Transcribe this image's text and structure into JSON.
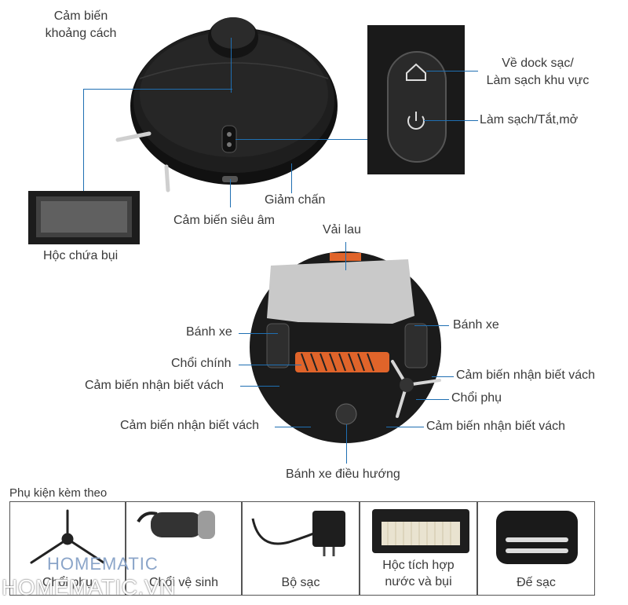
{
  "top_labels": {
    "distance_sensor": [
      "Cảm biến",
      "khoảng cách"
    ],
    "dock_button": [
      "Về dock sạc/",
      "Làm sạch khu vực"
    ],
    "power_button": "Làm sạch/Tắt,mở",
    "bumper": "Giảm chấn",
    "ultrasonic_sensor": "Cảm biến siêu âm",
    "dust_box": "Hộc chứa bụi"
  },
  "bottom_labels": {
    "mop": "Vải lau",
    "wheel_left": "Bánh xe",
    "wheel_right": "Bánh xe",
    "main_brush": "Chổi chính",
    "cliff_sensor_left": "Cảm biến nhận biết vách",
    "cliff_sensor_right": "Cảm biến nhận biết vách",
    "side_brush": "Chổi phụ",
    "cliff_sensor_bottom_left": "Cảm biến nhận biết vách",
    "cliff_sensor_bottom_right": "Cảm biến nhận biết vách",
    "caster_wheel": "Bánh xe điều hướng"
  },
  "accessories": {
    "title": "Phụ kiện kèm theo",
    "items": [
      {
        "label": "Chổi phụ"
      },
      {
        "label": "Chổi vệ sinh"
      },
      {
        "label": "Bộ sạc"
      },
      {
        "label": [
          "Hộc tích hợp",
          "nước và bụi"
        ]
      },
      {
        "label": "Đế sạc"
      }
    ]
  },
  "watermark": {
    "logo": "HOMEMATIC",
    "site": "HOMEMATIC.VN"
  },
  "colors": {
    "leader_line": "#1f6fb2",
    "robot_body": "#1b1b1b",
    "brush_orange": "#e0642a",
    "mop_gray": "#c9c9c9"
  }
}
